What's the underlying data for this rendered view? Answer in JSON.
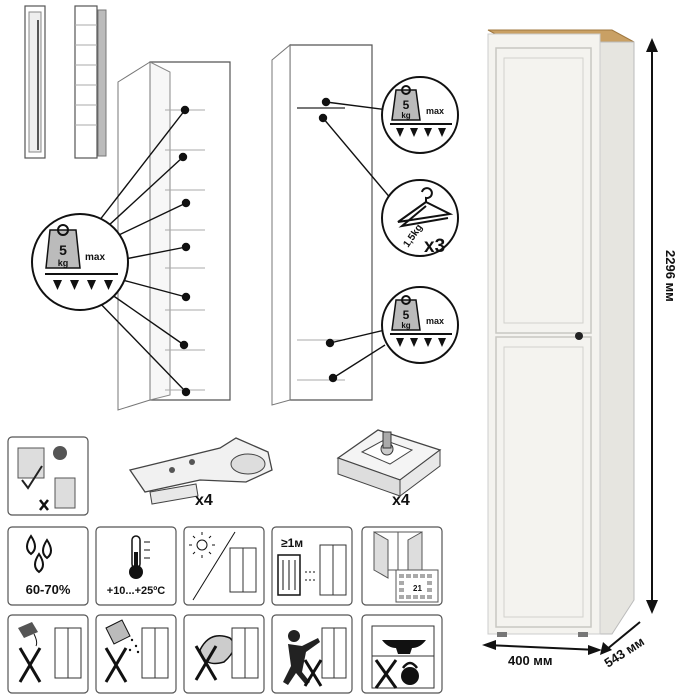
{
  "product": {
    "dimensions": {
      "height": "2296 мм",
      "width": "400 мм",
      "depth": "543 мм"
    },
    "shelf_load": {
      "weight": "5",
      "unit": "kg",
      "max": "max"
    },
    "hanger": {
      "weight": "1,5kg",
      "count": "x3"
    },
    "hardware": {
      "hinge_count": "x4",
      "foot_count": "x4"
    },
    "care": {
      "humidity": "60-70%",
      "temperature": "+10...+25ºC",
      "distance": "≥1м",
      "calendar_day": "21"
    }
  },
  "colors": {
    "cabinet_body": "#f4f3ef",
    "cabinet_top": "#c9a064",
    "line": "#333333",
    "icon_fill": "#d9d9d9"
  }
}
